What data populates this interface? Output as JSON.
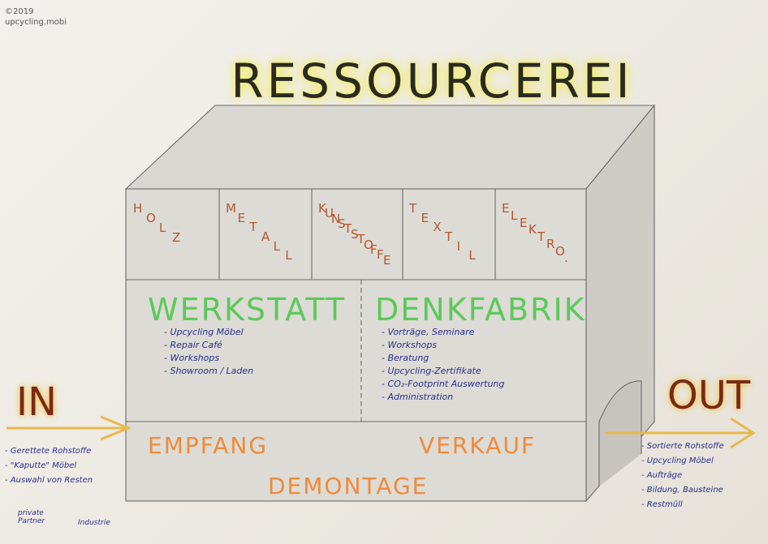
{
  "copyright": {
    "line1": "©2019",
    "line2": "upcycling.mobi"
  },
  "title": "RESSOURCEREI",
  "materials": [
    "HOLZ",
    "METALL",
    "KUNSTSTOFFE",
    "TEXTIL",
    "ELEKTRO."
  ],
  "werkstatt": {
    "heading": "WERKSTATT",
    "items": [
      "Upcycling Möbel",
      "Repair Café",
      "Workshops",
      "Showroom / Laden"
    ]
  },
  "denkfabrik": {
    "heading": "DENKFABRIK",
    "items": [
      "Vorträge, Seminare",
      "Workshops",
      "Beratung",
      "Upcycling-Zertifikate",
      "CO₂-Footprint Auswertung",
      "Administration"
    ]
  },
  "bottom": {
    "empfang": "EMPFANG",
    "verkauf": "VERKAUF",
    "demontage": "DEMONTAGE"
  },
  "input": {
    "label": "IN",
    "items": [
      "Gerettete Rohstoffe",
      "\"Kaputte\" Möbel",
      "Auswahl von Resten"
    ],
    "note_left": [
      "private",
      "Partner"
    ],
    "note_right": "Industrie"
  },
  "output": {
    "label": "OUT",
    "items": [
      "Sortierte Rohstoffe",
      "Upcycling Möbel",
      "Aufträge",
      "Bildung, Bausteine",
      "Restmüll"
    ]
  },
  "colors": {
    "pencil": "#555555",
    "highlight_yellow": "#f4f36a",
    "green": "#5cc95a",
    "orange": "#f08a3a",
    "rust": "#b5562e",
    "ink_blue": "#2a2e8c"
  }
}
